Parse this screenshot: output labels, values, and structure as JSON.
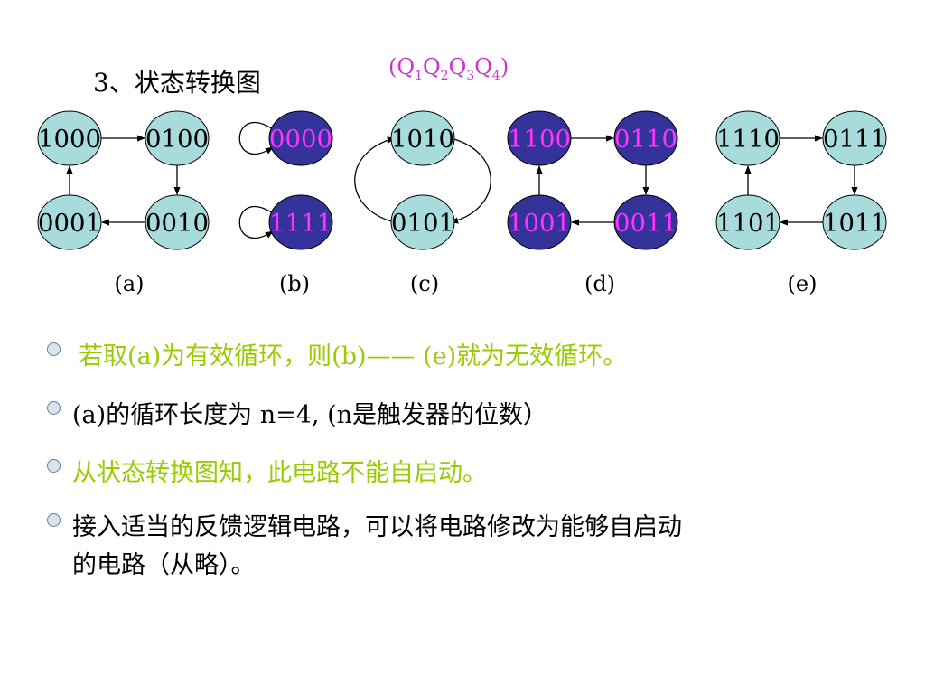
{
  "slide": {
    "title": "3、状态转换图",
    "state_label": {
      "prefix": "(",
      "q1": "Q",
      "s1": "1",
      "q2": "Q",
      "s2": "2",
      "q3": "Q",
      "s3": "3",
      "q4": "Q",
      "s4": "4",
      "suffix": ")"
    }
  },
  "colors": {
    "valid_fill": "#a8dcdc",
    "invalid_fill": "#333399",
    "invalid_text": "#ff33ff",
    "valid_text": "#000000",
    "highlight_text": "#99cc00",
    "label_magenta": "#cc33cc"
  },
  "diagram": {
    "nodes": [
      {
        "id": "a1",
        "label": "1000",
        "group": "a",
        "valid": true
      },
      {
        "id": "a2",
        "label": "0100",
        "group": "a",
        "valid": true
      },
      {
        "id": "a3",
        "label": "0001",
        "group": "a",
        "valid": true
      },
      {
        "id": "a4",
        "label": "0010",
        "group": "a",
        "valid": true
      },
      {
        "id": "b1",
        "label": "0000",
        "group": "b",
        "valid": false
      },
      {
        "id": "b2",
        "label": "1111",
        "group": "b",
        "valid": false
      },
      {
        "id": "c1",
        "label": "1010",
        "group": "c",
        "valid": true
      },
      {
        "id": "c2",
        "label": "0101",
        "group": "c",
        "valid": true
      },
      {
        "id": "d1",
        "label": "1100",
        "group": "d",
        "valid": false
      },
      {
        "id": "d2",
        "label": "0110",
        "group": "d",
        "valid": false
      },
      {
        "id": "d3",
        "label": "1001",
        "group": "d",
        "valid": false
      },
      {
        "id": "d4",
        "label": "0011",
        "group": "d",
        "valid": false
      },
      {
        "id": "e1",
        "label": "1110",
        "group": "e",
        "valid": true
      },
      {
        "id": "e2",
        "label": "0111",
        "group": "e",
        "valid": true
      },
      {
        "id": "e3",
        "label": "1101",
        "group": "e",
        "valid": true
      },
      {
        "id": "e4",
        "label": "1011",
        "group": "e",
        "valid": true
      }
    ],
    "edges": [
      {
        "from": "a1",
        "to": "a2"
      },
      {
        "from": "a2",
        "to": "a4"
      },
      {
        "from": "a4",
        "to": "a3"
      },
      {
        "from": "a3",
        "to": "a1"
      },
      {
        "from": "b1",
        "to": "b1"
      },
      {
        "from": "b2",
        "to": "b2"
      },
      {
        "from": "c1",
        "to": "c2"
      },
      {
        "from": "c2",
        "to": "c1"
      },
      {
        "from": "d1",
        "to": "d2"
      },
      {
        "from": "d2",
        "to": "d4"
      },
      {
        "from": "d4",
        "to": "d3"
      },
      {
        "from": "d3",
        "to": "d1"
      },
      {
        "from": "e1",
        "to": "e2"
      },
      {
        "from": "e2",
        "to": "e4"
      },
      {
        "from": "e4",
        "to": "e3"
      },
      {
        "from": "e3",
        "to": "e1"
      }
    ],
    "captions": [
      "(a)",
      "(b)",
      "(c)",
      "(d)",
      "(e)"
    ]
  },
  "bullets": [
    {
      "text": "若取(a)为有效循环，则(b)—— (e)就为无效循环。",
      "color": "green"
    },
    {
      "text": "(a)的循环长度为 n=4, (n是触发器的位数）",
      "color": "black"
    },
    {
      "text": "从状态转换图知，此电路不能自启动。",
      "color": "green"
    },
    {
      "text": "接入适当的反馈逻辑电路，可以将电路修改为能够自启动",
      "text2": "的电路（从略）。",
      "color": "black"
    }
  ]
}
